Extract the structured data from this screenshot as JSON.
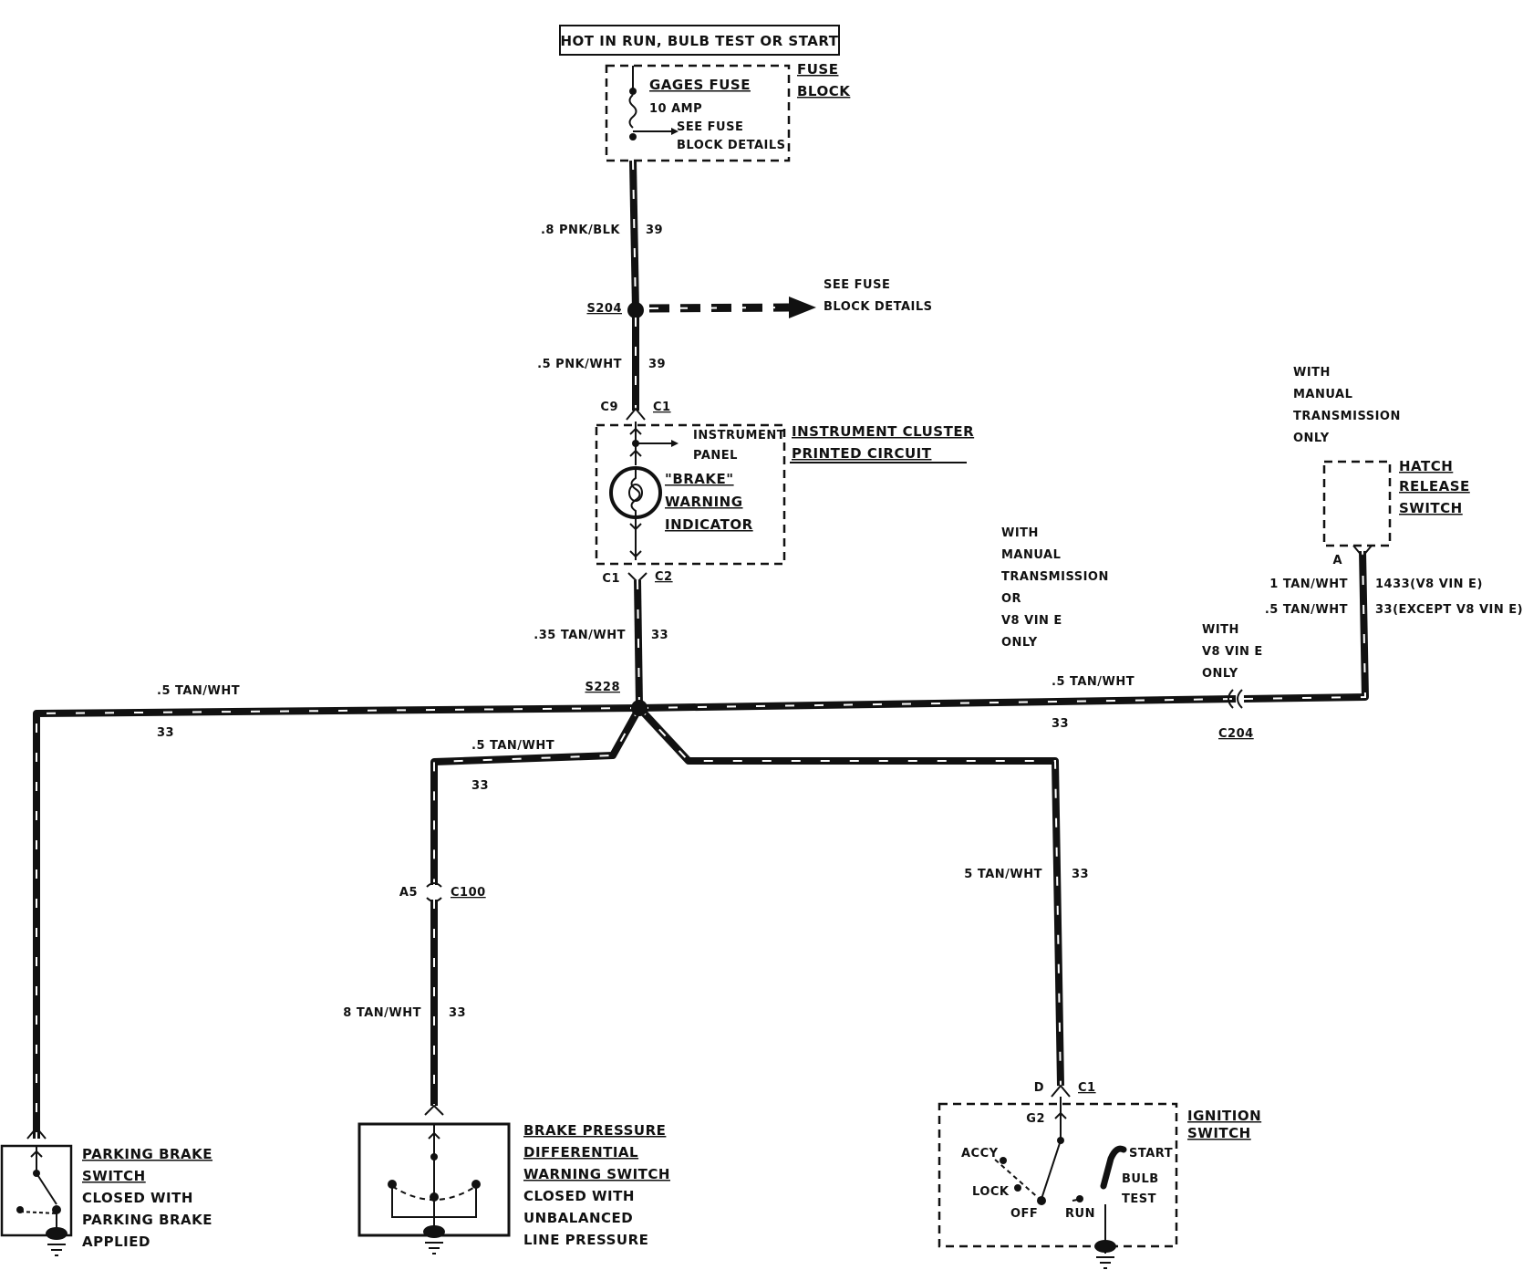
{
  "header": {
    "hot_label": "HOT IN RUN, BULB TEST OR START"
  },
  "fuse": {
    "name": "GAGES FUSE",
    "rating": "10 AMP",
    "see_1": "SEE FUSE",
    "see_2": "BLOCK DETAILS",
    "block_1": "FUSE",
    "block_2": "BLOCK"
  },
  "wires": {
    "w1_gauge": ".8 PNK/BLK",
    "w1_circuit": "39",
    "w2_gauge": ".5 PNK/WHT",
    "w2_circuit": "39",
    "w3_gauge": ".35 TAN/WHT",
    "w3_circuit": "33",
    "w_left_gauge": ".5 TAN/WHT",
    "w_left_circuit": "33",
    "w_center_gauge": ".5 TAN/WHT",
    "w_center_circuit": "33",
    "w_right_gauge": ".5 TAN/WHT",
    "w_right_circuit": "33",
    "w_ign_gauge": "5 TAN/WHT",
    "w_ign_circuit": "33",
    "w_press_gauge": "8 TAN/WHT",
    "w_press_circuit": "33",
    "w_hatch1_gauge": "1 TAN/WHT",
    "w_hatch1_circuit": "1433(V8 VIN E)",
    "w_hatch2_gauge": ".5 TAN/WHT",
    "w_hatch2_circuit": "33(EXCEPT V8 VIN E)"
  },
  "splices": {
    "s204": "S204",
    "s204_see_1": "SEE FUSE",
    "s204_see_2": "BLOCK DETAILS",
    "s228": "S228"
  },
  "connectors": {
    "c9": "C9",
    "c1_top": "C1",
    "c1_bottom": "C1",
    "c2": "C2",
    "a5": "A5",
    "c100": "C100",
    "c204": "C204",
    "d": "D",
    "c1_ign": "C1",
    "g2": "G2",
    "a_hatch": "A"
  },
  "cluster": {
    "instrument_1": "INSTRUMENT",
    "instrument_2": "PANEL",
    "title_1": "INSTRUMENT CLUSTER",
    "title_2": "PRINTED CIRCUIT",
    "bulb_1": "\"BRAKE\"",
    "bulb_2": "WARNING",
    "bulb_3": "INDICATOR"
  },
  "notes": {
    "manual_or_v8_1": "WITH",
    "manual_or_v8_2": "MANUAL",
    "manual_or_v8_3": "TRANSMISSION",
    "manual_or_v8_4": "OR",
    "manual_or_v8_5": "V8 VIN E",
    "manual_or_v8_6": "ONLY",
    "v8_1": "WITH",
    "v8_2": "V8 VIN E",
    "v8_3": "ONLY",
    "manual_1": "WITH",
    "manual_2": "MANUAL",
    "manual_3": "TRANSMISSION",
    "manual_4": "ONLY"
  },
  "hatch": {
    "l1": "HATCH",
    "l2": "RELEASE",
    "l3": "SWITCH"
  },
  "parking": {
    "l1": "PARKING BRAKE",
    "l2": "SWITCH",
    "l3": "CLOSED WITH",
    "l4": "PARKING BRAKE",
    "l5": "APPLIED"
  },
  "pressure": {
    "l1": "BRAKE PRESSURE",
    "l2": "DIFFERENTIAL",
    "l3": "WARNING SWITCH",
    "l4": "CLOSED WITH",
    "l5": "UNBALANCED",
    "l6": "LINE PRESSURE"
  },
  "ignition": {
    "l1": "IGNITION",
    "l2": "SWITCH",
    "accy": "ACCY",
    "lock": "LOCK",
    "off": "OFF",
    "run": "RUN",
    "start": "START",
    "bulb_1": "BULB",
    "bulb_2": "TEST"
  }
}
